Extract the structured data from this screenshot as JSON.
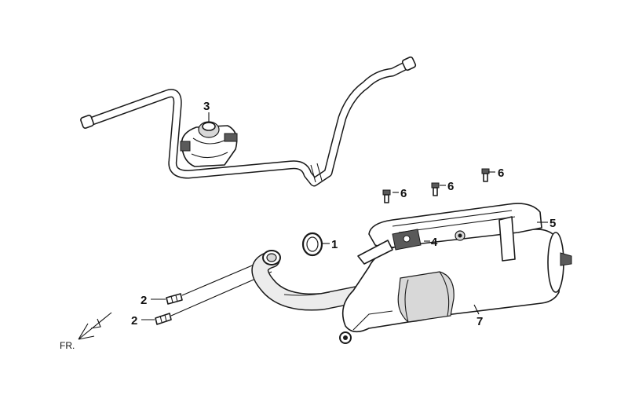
{
  "diagram": {
    "orientation_label": "FR.",
    "callouts": [
      {
        "id": "c1",
        "label": "1",
        "part": "gasket"
      },
      {
        "id": "c2a",
        "label": "2",
        "part": "stud-bolt"
      },
      {
        "id": "c2b",
        "label": "2",
        "part": "stud-bolt"
      },
      {
        "id": "c3",
        "label": "3",
        "part": "air-injection-valve"
      },
      {
        "id": "c4",
        "label": "4",
        "part": "heat-shield-bracket"
      },
      {
        "id": "c5",
        "label": "5",
        "part": "heat-shield"
      },
      {
        "id": "c6a",
        "label": "6",
        "part": "bolt"
      },
      {
        "id": "c6b",
        "label": "6",
        "part": "bolt"
      },
      {
        "id": "c6c",
        "label": "6",
        "part": "bolt"
      },
      {
        "id": "c7",
        "label": "7",
        "part": "muffler"
      }
    ]
  }
}
